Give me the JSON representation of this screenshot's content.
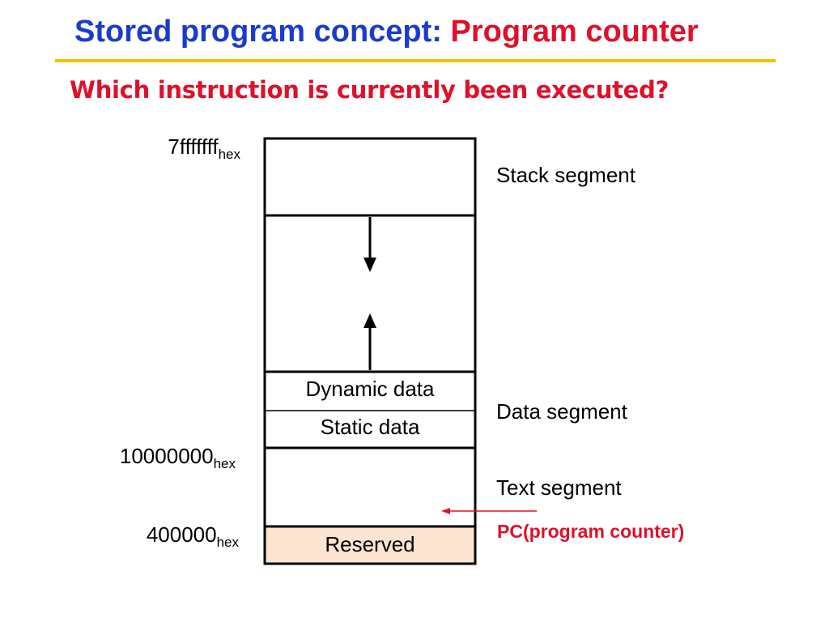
{
  "title": {
    "prefix": "Stored program concept:",
    "highlight": "Program counter"
  },
  "subtitle": "Which instruction is currently been executed?",
  "addresses": {
    "top": {
      "value": "7fffffff",
      "unit": "hex"
    },
    "data_base": {
      "value": "10000000",
      "unit": "hex"
    },
    "text_base": {
      "value": "400000",
      "unit": "hex"
    }
  },
  "regions": {
    "dynamic_data": "Dynamic data",
    "static_data": "Static data",
    "reserved": "Reserved"
  },
  "segments": {
    "stack": "Stack segment",
    "data": "Data segment",
    "text": "Text segment"
  },
  "pc_label": "PC(program counter)",
  "colors": {
    "title_blue": "#1a3ccc",
    "accent_red": "#e0102a",
    "rule_yellow": "#f2c200",
    "reserved_fill": "#fbe5d0"
  }
}
